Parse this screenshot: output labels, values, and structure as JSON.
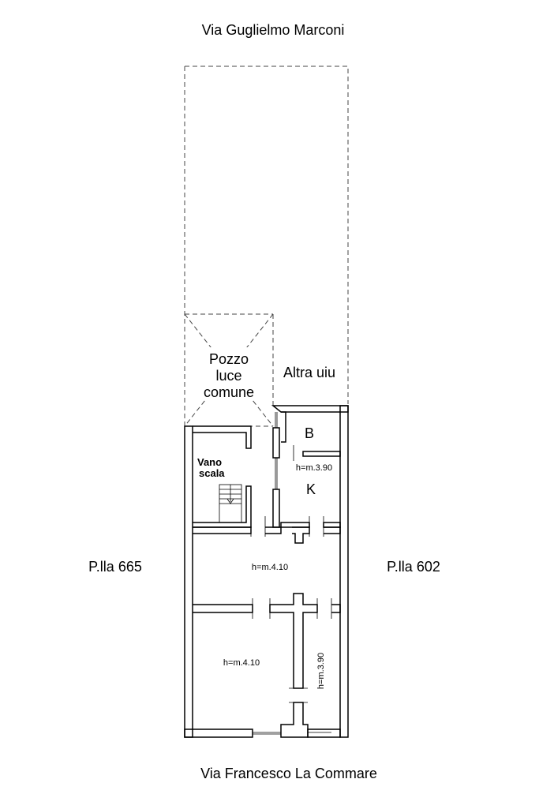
{
  "streets": {
    "north": "Via Guglielmo Marconi",
    "south": "Via Francesco La Commare"
  },
  "parcels": {
    "west": "P.lla 665",
    "east": "P.lla 602"
  },
  "zones": {
    "lightwell_line1": "Pozzo",
    "lightwell_line2": "luce",
    "lightwell_line3": "comune",
    "other_unit": "Altra uiu"
  },
  "rooms": {
    "stair_line1": "Vano",
    "stair_line2": "scala",
    "bath": "B",
    "kitchen": "K",
    "kitchen_height": "h=m.3.90",
    "living_height": "h=m.4.10",
    "bedroom_height": "h=m.4.10",
    "corridor_height": "h=m.3.90"
  }
}
